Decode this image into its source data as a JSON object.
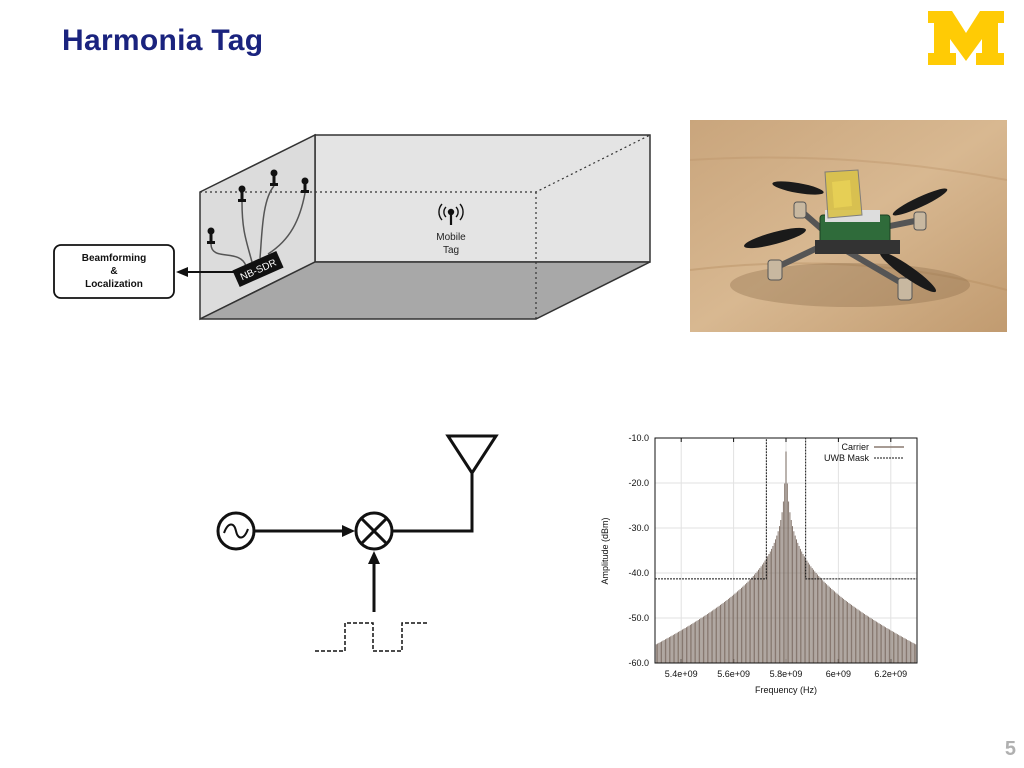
{
  "slide": {
    "title": "Harmonia Tag",
    "page_number": "5"
  },
  "logo": {
    "letter": "M",
    "color": "#ffcb05"
  },
  "diagram": {
    "box_label_line1": "Beamforming",
    "box_label_line2": "&",
    "box_label_line3": "Localization",
    "sdr_label": "NB-SDR",
    "tag_label_line1": "Mobile",
    "tag_label_line2": "Tag"
  },
  "photo": {
    "subject": "quadcopter-drone-with-tag"
  },
  "chart_data": {
    "type": "bar",
    "xlabel": "Frequency (Hz)",
    "ylabel": "Amplitude (dBm)",
    "xlim": [
      5300000000.0,
      6300000000.0
    ],
    "ylim": [
      -60,
      -10
    ],
    "y_ticks": [
      "-10.0",
      "-20.0",
      "-30.0",
      "-40.0",
      "-50.0",
      "-60.0"
    ],
    "x_ticks": [
      "5.4e+09",
      "5.6e+09",
      "5.8e+09",
      "6e+09",
      "6.2e+09"
    ],
    "x_tick_values": [
      5400000000.0,
      5600000000.0,
      5800000000.0,
      6000000000.0,
      6200000000.0
    ],
    "grid": true,
    "legend": "top-right",
    "series": [
      {
        "name": "Carrier",
        "center": 5800000000.0,
        "spacing": 5000000.0,
        "peak": -13,
        "floor": -58
      },
      {
        "name": "UWB Mask",
        "level": -41.3,
        "band": [
          5725000000.0,
          5875000000.0
        ]
      }
    ]
  }
}
